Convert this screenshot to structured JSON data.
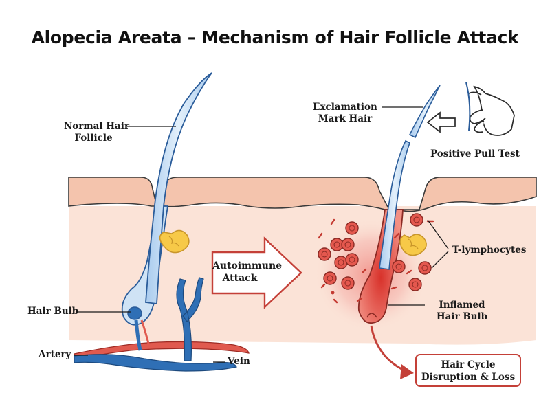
{
  "title": "Alopecia Areata – Mechanism of Hair Follicle Attack",
  "labels": {
    "normal_follicle": [
      "Normal Hair",
      "Follicle"
    ],
    "hair_bulb": "Hair Bulb",
    "artery": "Artery",
    "vein": "Vein",
    "autoimmune_attack": [
      "Autoimmune",
      "Attack"
    ],
    "exclamation_hair": [
      "Exclamation",
      "Mark Hair"
    ],
    "pull_test": "Positive Pull Test",
    "t_lymphocytes": "T-lymphocytes",
    "inflamed_bulb": [
      "Inflamed",
      "Hair Bulb"
    ],
    "outcome": [
      "Hair Cycle",
      "Disruption & Loss"
    ]
  },
  "colors": {
    "skin_surface": "#f4c4ad",
    "dermis": "#fbe3d7",
    "outline": "#3a3a3a",
    "hair_fill": "#cfe3f5",
    "hair_edge": "#2a5c9a",
    "vein": "#2f6fb5",
    "artery": "#e05a4f",
    "gland": "#f7c948",
    "inflammation": "#f2a9a4",
    "lymphocyte": "#e4584e",
    "arrow_red": "#c44038"
  },
  "icons": [
    "hand-pulling-icon",
    "block-arrow-icon",
    "curved-arrow-icon"
  ]
}
